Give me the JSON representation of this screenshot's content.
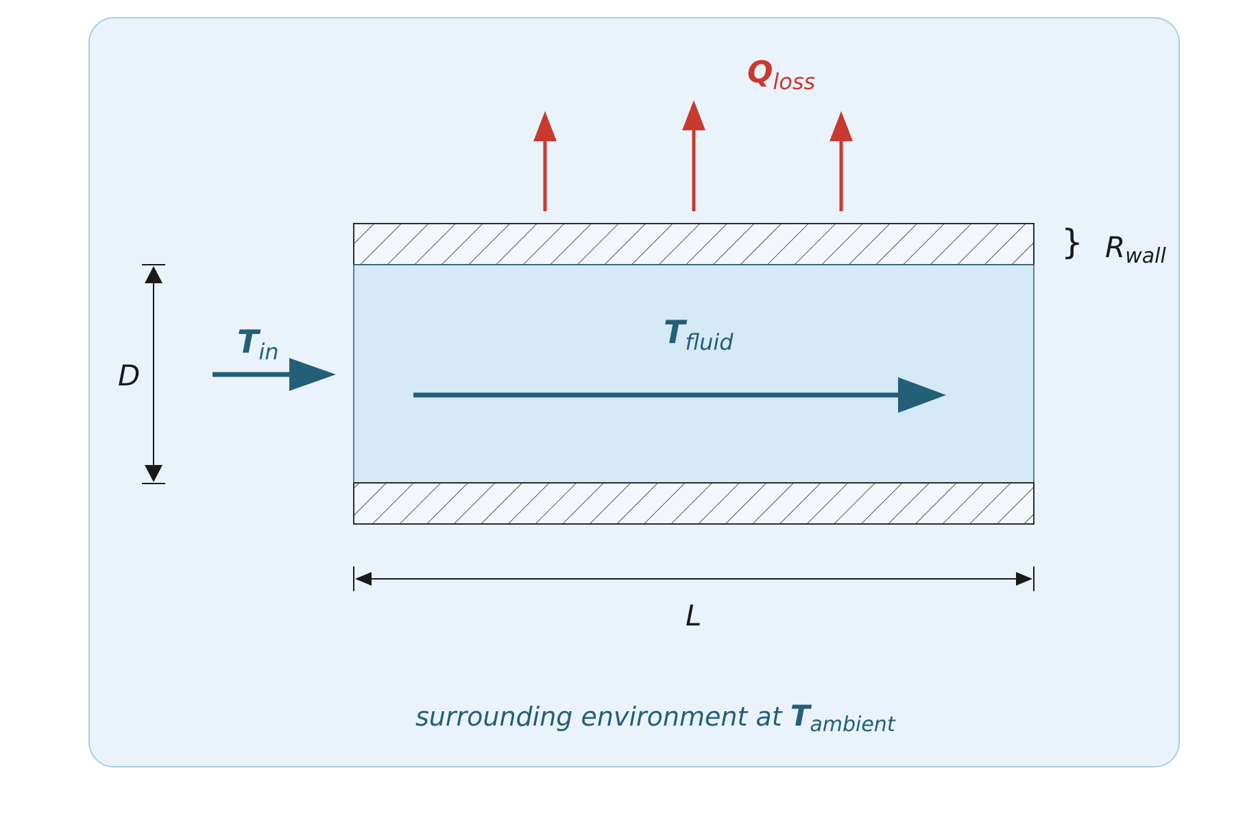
{
  "labels": {
    "q_main": "Q",
    "q_sub": "loss",
    "r_main": "R",
    "r_sub": "wall",
    "tin_main": "T",
    "tin_sub": "in",
    "tfluid_main": "T",
    "tfluid_sub": "fluid",
    "d_label": "D",
    "l_label": "L",
    "caption_text": "surrounding environment at ",
    "caption_main": "T",
    "caption_sub": "ambient",
    "brace": "}"
  },
  "colors": {
    "panel_fill": "#eaf3fb",
    "panel_border": "#a9cde3",
    "fluid_fill": "#d6e9f6",
    "hatch": "#2b2b2b",
    "flow_arrow": "#245f78",
    "heat_arrow": "#c93a2e",
    "text_dark": "#1a1a1a",
    "text_blue": "#245f78",
    "text_red": "#c93a2e"
  }
}
